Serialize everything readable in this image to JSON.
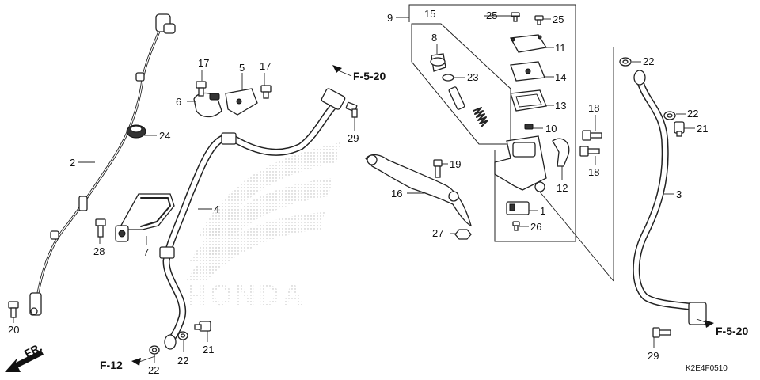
{
  "diagram": {
    "code": "K2E4F0510",
    "front_arrow": "FR.",
    "refs": {
      "f520_top": "F-5-20",
      "f520_right": "F-5-20",
      "f12": "F-12"
    },
    "watermark": "HONDA",
    "callouts": {
      "c1": "1",
      "c2": "2",
      "c3": "3",
      "c4": "4",
      "c5": "5",
      "c6": "6",
      "c7": "7",
      "c8": "8",
      "c9": "9",
      "c10": "10",
      "c11": "11",
      "c12": "12",
      "c13": "13",
      "c14": "14",
      "c15": "15",
      "c16": "16",
      "c17a": "17",
      "c17b": "17",
      "c18a": "18",
      "c18b": "18",
      "c19": "19",
      "c20": "20",
      "c21a": "21",
      "c21b": "21",
      "c22a": "22",
      "c22b": "22",
      "c22c": "22",
      "c22d": "22",
      "c23": "23",
      "c24": "24",
      "c25a": "25",
      "c25b": "25",
      "c26": "26",
      "c27": "27",
      "c28": "28",
      "c29a": "29",
      "c29b": "29"
    }
  }
}
